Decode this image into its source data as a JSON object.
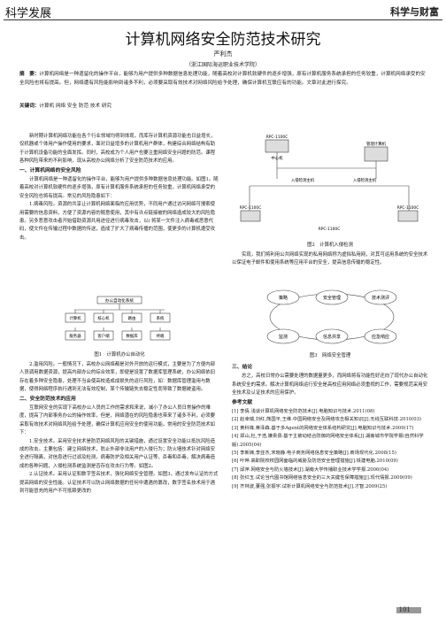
{
  "header": {
    "left": "科学发展",
    "right": "科学与财富"
  },
  "title": "计算机网络安全防范技术研究",
  "author": "严利杰",
  "affiliation": "（浙江国际海运职业技术学院）",
  "abstract_label": "摘　要：",
  "abstract": "计算机网络是一种遗留化的操作平台，能够为用户提供多种数据信息处理功能，随着高校对计算机软硬件的逐步增强，原有计算机服务系统承担的任务较重，计算机网络承受的安全风险也将有提高。但，网络遭有风险能影响到诸多不利，必须要采取有效技术对网络风险给予处理，确保计算机互联应有的功能。文章对此进行探究。",
  "keywords_label": "关键词：",
  "keywords": "计算机 网络 安全 防范 技术 研究",
  "left_col": {
    "intro": "新时期计算机网络功能在各个行业领域均得到体现，而库存计算机资源功能也日益增长，仅机器或个体用户操作使用的要求，面对日益增多的计算机用户群体，构建综合网络结构有助于计算机设备功能的全面发挥。同时，高校成为个人用户也要注重网络安全问题的防范。课程各种风险带来的不利影响，现从高校办公网络分析了安全防范技术的应用。",
    "s1": "一、计算机网络的安全风险",
    "s1p1": "计算机网络是一种遗留化的操作平台，能够为用户提供多种数据信息处理功能。如图1。随着高校对计算机软硬件的逐步增强，原有计算机服务系统承担的任务较重，计算机网络承受的安全风险也将有提高。常见的风险隐患如下：",
    "s1p2": "1.病毒风险。资源的共享让计算机网络面临的应用优势，不同用户通过访问网络可搜索使用需要的信息资料，方便了资源内容的随意使用，其中有许点链接被的网络造成较大的风险隐患。另多恶意攻击者开始借助资源共用途径进行病毒攻击，以i 将某一文件注入病毒或恶意代码，使文件在传输过程中数据的传送，造成了扩大了病毒传播的范围，使更多的计算机遭受攻击。",
    "fig1_label": "办公自动化系统",
    "fig1_nodes": [
      "计算机",
      "核心机",
      "路由",
      "系统",
      "服务器",
      "客户端",
      "数据库",
      "终端"
    ],
    "fig1_caption": "图1　计算机办公自动化",
    "s1p3": "2.滥用风险。一般情况下，高校办公网络都是对外开放的运行模式，主要是为了方便内部人员调用数据资源，提高内部办公的综合效率，即便是设置了数据库管理系统，办公网络依旧存在着多种安全隐患，处理不当会使高校造成成损失的运行风险，如：数据库管理滥用与数据，使得网络程序执行遇到无法有效控制，某个传输链失去稳定性而导致了数据被盗用。",
    "s2": "二、安全防范技术的应用",
    "s2p1": "互联网安全的实现下高校办公人员的工作的需求和来说，减小了办公人员日常操作的难度，提高了内部事务办公的操作效率，但是，网络潜在的风险隐患也带来了诸多不利，必须要采取有效技术对网络风险给予处理，确保计算机应用安全的使用功能。常用的安全防范技术如下：",
    "s2p2": "1.安全技术。采用安全技术是防范网络风险的关键措施，通过设置安全功能以抵抗风险造成的攻击。主要包括：建立网络技术，防止外部非法用户的入侵行为；防火墙技术针对网络安全进行隔离，对信息进行过滤及检测，病毒防护及相关用户认证等，杀毒和杀毒，解决病毒造成的各种问题，入侵检测系统监测是否存在攻击行为等。如图2。",
    "s2p3": "2.认证技术。采用认证和数字签名技术，强化网络安全管理。如图3，通过发布认证的方式提高网络的安全性能。认证技术可以防止网络数据的任何中遭遇的篡改，数字签名技术用于遇到可能冒充的用户不可抵赖更改的"
  },
  "fig2": {
    "caption": "图2　计算机入侵检测",
    "nodes": [
      "RPC-1100C",
      "中心机",
      "管理计算机",
      "入侵检测主机",
      "入侵检测主机",
      "RPC-1100C",
      "RPC-1100C",
      "RPC-1100C"
    ]
  },
  "right_col": {
    "p1": "实现，我们将利用公共网络实现的私用网络称为虚拟私用网，对其可运用系统的安全技术以保证电子邮件和使用系统等应用平台的安全，提高信息传输的稳定性。"
  },
  "fig3": {
    "caption": "图3　网络安全管理",
    "nodes": [
      "策略",
      "安全管理",
      "技术测评",
      "监测",
      "信息共享",
      "应急响应"
    ]
  },
  "s3": "三、结论",
  "s3p1": "总之，高校日常办公需要处理的数据量更多，而网络将有功能性好还向了现代办公自动化系统安全的需求。解决计算机网络运行安全是高校应用网络必须重视的工作，需要规范采用安全技术及认证技术的应用保护。",
  "refs_label": "参考文献",
  "refs": [
    "[1] 李倩.浅谈计算机网络安全防范技术[J].电脑知识与技术.2011(08)",
    "[2] 赵幸瑞,刘红,熊国平,王维.中国网络安全及网络攻击相关知识[J].无线互联科技.2010(03)",
    "[3] 黄科锋,蒋泽森.基于多Agent的网络安全体系结构研究[J].电脑知识与技术.2009(17)",
    "[4] 郑山,杜,于浩,嫌贵县.基于主被动结合防御的网络安全体系[J].湖南城市学院学报(自然科学版).2005(04)",
    "[5] 李新娣,李亚杰,宋晓静.电子商务网络信息安全策略[J].商场现代化.2008(15)",
    "[6] 叶晔.高职院校校园网面临的威胁及防范安全管理措施[J].铁建电脑.2010(09)",
    "[7] 邱萍.网络安全与防火墙技术[J].湖南大学传播职业技术学学报.2006(04)",
    "[8] 张红玉.试论当代图书馆网络信息安全的三大关键性保障措施[J].现代情报.2009(09)",
    "[9] 齐林波,董强,张振宇.试析计算机网络安全与防范技术[J].才智.2009(25)"
  ],
  "page_number": "101"
}
